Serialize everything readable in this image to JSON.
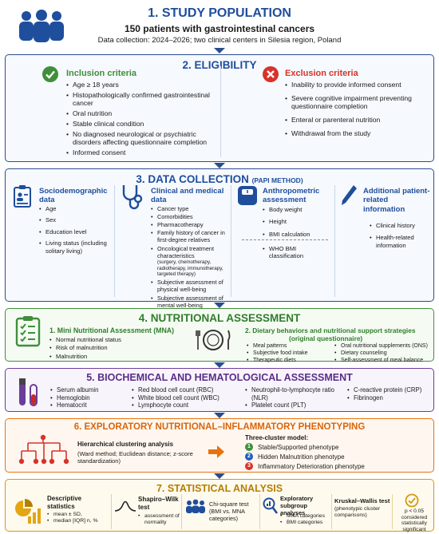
{
  "colors": {
    "blue": "#1f4e9c",
    "green": "#3f8f3b",
    "purple": "#6a3d9a",
    "orange": "#e8730d",
    "gold": "#d49a12",
    "red": "#d8322a"
  },
  "s1": {
    "title": "1. STUDY POPULATION",
    "subtitle": "150 patients with gastrointestinal cancers",
    "note": "Data collection: 2024–2026; two clinical centers in Silesia region, Poland",
    "icon": "people-icon"
  },
  "s2": {
    "title": "2. ELIGIBILITY",
    "inclusion": {
      "title": "Inclusion criteria",
      "items": [
        "Age ≥ 18 years",
        "Histopathologically confirmed gastrointestinal cancer",
        "Oral nutrition",
        "Stable clinical condition",
        "No diagnosed neurological or psychiatric disorders affecting questionnaire completion",
        "Informed consent"
      ]
    },
    "exclusion": {
      "title": "Exclusion criteria",
      "items": [
        "Inability to provide informed consent",
        "Severe cognitive impairment preventing questionnaire completion",
        "Enteral or parenteral nutrition",
        "Withdrawal from the study"
      ]
    }
  },
  "s3": {
    "title": "3. DATA COLLECTION",
    "method": "(PAPI METHOD)",
    "socio": {
      "title": "Sociodemographic data",
      "items": [
        "Age",
        "Sex",
        "Education level",
        "Living status (including solitary living)"
      ]
    },
    "clinical": {
      "title": "Clinical and medical data",
      "items": [
        "Cancer type",
        "Comorbidities",
        "Pharmacotherapy",
        "Family history of cancer in first-degree relatives"
      ],
      "onco": "Oncological treatment characteristics",
      "onco_detail": "(surgery, chemotherapy, radiotherapy, immunotherapy, targeted therapy)",
      "items2": [
        "Subjective assessment of physical well-being",
        "Subjective assessment of mental well-being"
      ]
    },
    "anthro": {
      "title": "Anthropometric assessment",
      "items": [
        "Body weight",
        "Height",
        "BMI calculation"
      ],
      "who": "WHO BMI classification"
    },
    "additional": {
      "title": "Additional patient-related information",
      "items": [
        "Clinical history",
        "Health-related information"
      ]
    }
  },
  "s4": {
    "title": "4. NUTRITIONAL ASSESSMENT",
    "mna": {
      "title": "1. Mini Nutritional Assessment (MNA)",
      "items": [
        "Normal nutritional status",
        "Risk of malnutrition",
        "Malnutrition"
      ]
    },
    "diet": {
      "title": "2. Dietary behaviors and nutritional support strategies",
      "subtitle": "(original questionnaire)",
      "col1": [
        "Meal patterns",
        "Subjective food intake",
        "Therapeutic diets"
      ],
      "col2": [
        "Oral nutritional supplements (ONS)",
        "Dietary counseling",
        "Self-assessment of meal balance"
      ]
    }
  },
  "s5": {
    "title": "5. BIOCHEMICAL AND HEMATOLOGICAL ASSESSMENT",
    "col1": [
      "Serum albumin",
      "Hemoglobin",
      "Hematocrit"
    ],
    "col2": [
      "Red blood cell count (RBC)",
      "White blood cell count (WBC)",
      "Lymphocyte count"
    ],
    "col3": [
      "Neutrophil-to-lymphocyte ratio (NLR)",
      "Platelet count (PLT)"
    ],
    "col4": [
      "C-reactive protein (CRP)",
      "Fibrinogen"
    ]
  },
  "s6": {
    "title": "6. EXPLORATORY NUTRITIONAL–INFLAMMATORY PHENOTYPING",
    "method_title": "Hierarchical clustering analysis",
    "method_detail": "(Ward method; Euclidean distance; z-score standardization)",
    "model_title": "Three-cluster model:",
    "clusters": [
      {
        "num": "1",
        "label": "Stable/Supported phenotype",
        "color": "#3f8f3b"
      },
      {
        "num": "2",
        "label": "Hidden Malnutrition phenotype",
        "color": "#1f5fbf"
      },
      {
        "num": "3",
        "label": "Inflammatory Deterioration phenotype",
        "color": "#d8322a"
      }
    ]
  },
  "s7": {
    "title": "7. STATISTICAL ANALYSIS",
    "desc": {
      "title": "Descriptive statistics",
      "items": [
        "mean ± SD,",
        "median [IQR] n, %"
      ]
    },
    "shapiro": {
      "title": "Shapiro–Wilk test",
      "items": [
        "assessment of normality"
      ]
    },
    "chi": {
      "title": "Chi-square test (BMI vs. MNA categories)"
    },
    "sub": {
      "title": "Exploratory subgroup analyses",
      "items": [
        "MNA categories",
        "BMI categories"
      ]
    },
    "kw": {
      "title": "Kruskal–Wallis test",
      "detail": "(phenotypic cluster comparisons)"
    },
    "p": {
      "text": "p < 0.05 considered statistically significant"
    }
  }
}
